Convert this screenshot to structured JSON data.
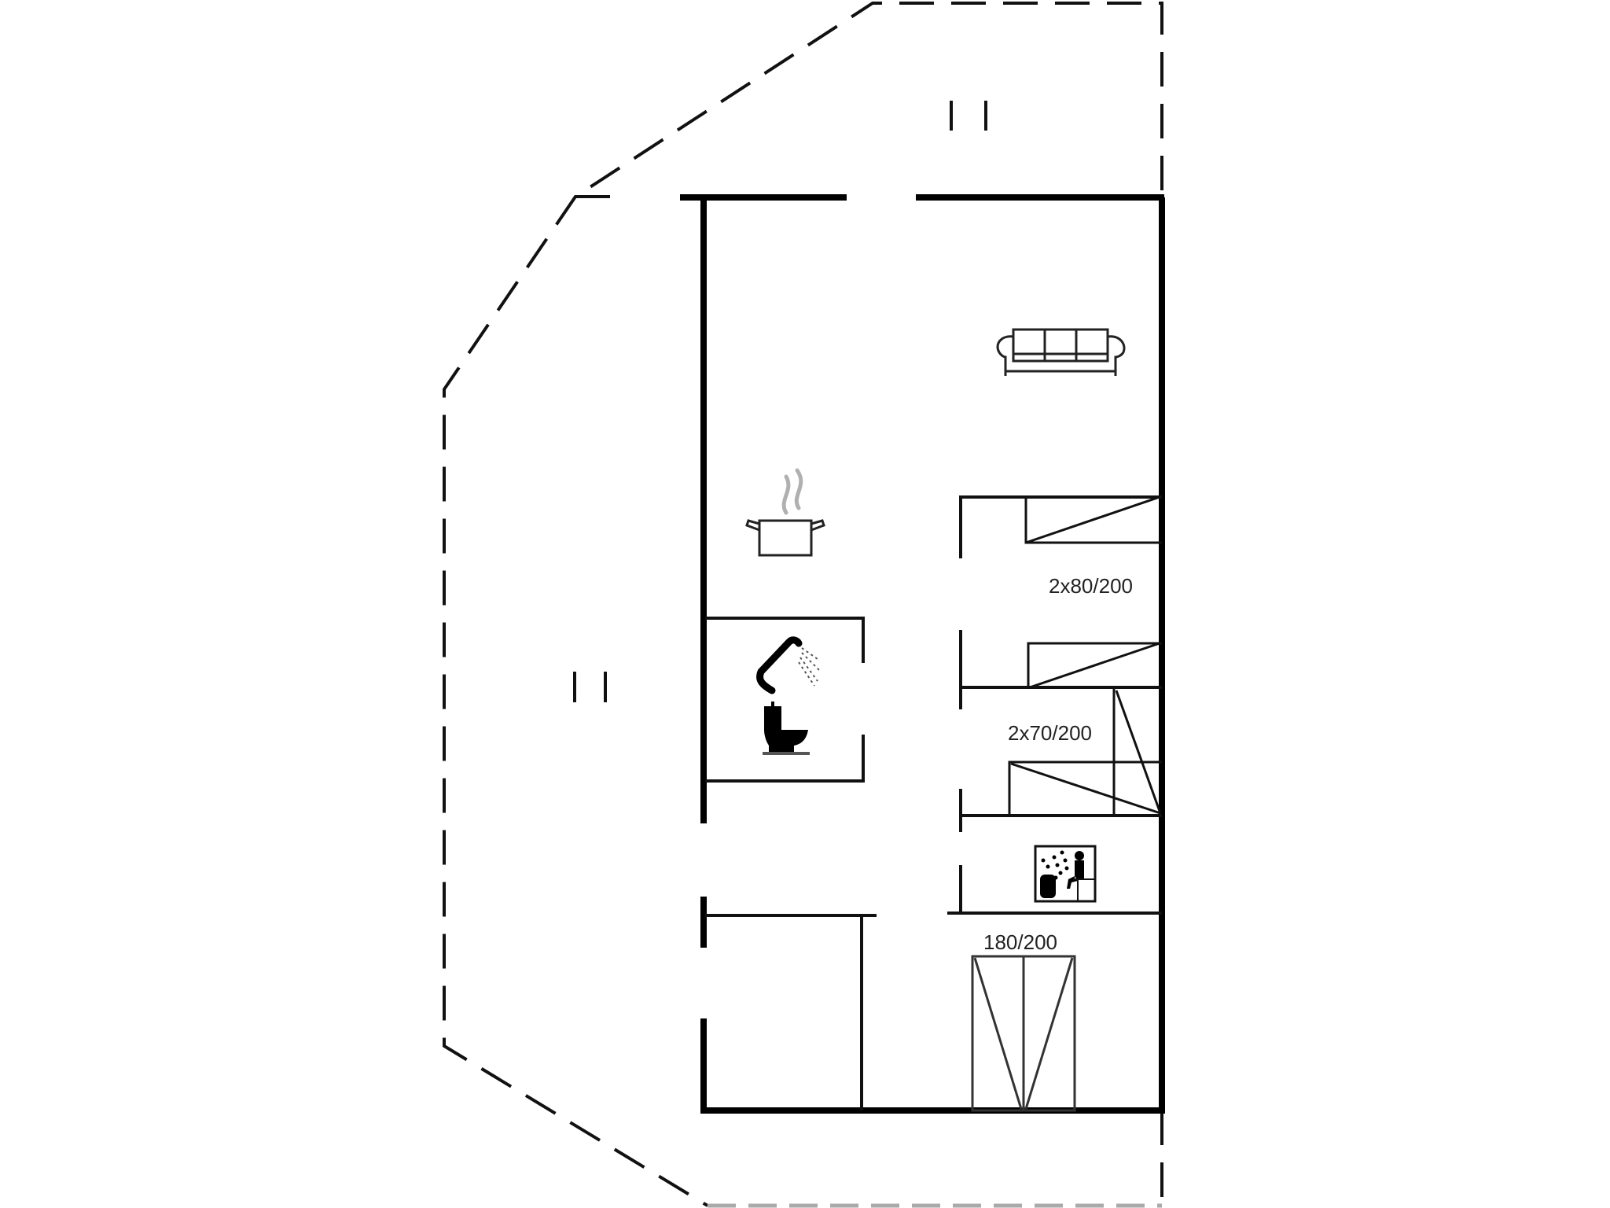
{
  "diagram": {
    "type": "floor-plan",
    "colors": {
      "wall": "#000000",
      "outline": "#111111",
      "furniture": "#333333",
      "background": "#ffffff",
      "steam": "#b0b0b0"
    },
    "rooms": [
      {
        "id": "living-kitchen",
        "icons": [
          "sofa-icon",
          "cooking-pot-icon"
        ]
      },
      {
        "id": "bathroom",
        "icons": [
          "shower-icon",
          "toilet-icon"
        ]
      },
      {
        "id": "bedroom-1",
        "bed_label": "2x80/200"
      },
      {
        "id": "bedroom-2",
        "bed_label": "2x70/200"
      },
      {
        "id": "sauna",
        "icons": [
          "sauna-icon"
        ]
      },
      {
        "id": "bedroom-3",
        "bed_label": "180/200"
      },
      {
        "id": "utility-room"
      }
    ],
    "labels": {
      "bed_2x80": "2x80/200",
      "bed_2x70": "2x70/200",
      "bed_180": "180/200"
    },
    "outdoor": {
      "terrace_outline": "dashed",
      "markers": [
        "terrace-marker-top",
        "terrace-marker-left"
      ]
    }
  }
}
